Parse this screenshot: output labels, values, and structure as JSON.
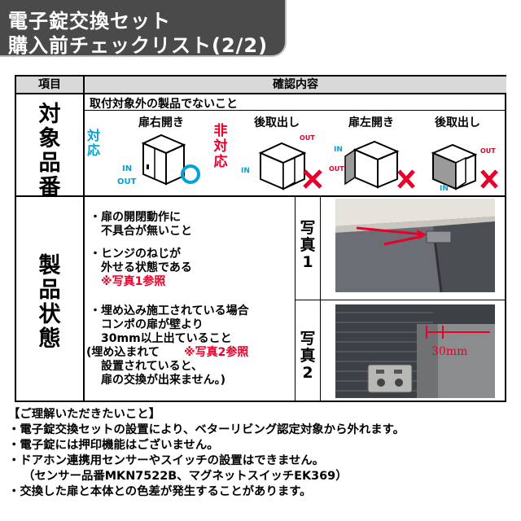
{
  "title": {
    "line1": "電子錠交換セット",
    "line2": "購入前チェックリスト(2/2)"
  },
  "table": {
    "header_item": "項目",
    "header_content": "確認内容",
    "row1": {
      "label_chars": [
        "対",
        "象",
        "品",
        "番"
      ],
      "condition": "取付対象外の製品でないこと",
      "supported_chars": [
        "対",
        "応"
      ],
      "unsupported_chars": [
        "非",
        "対",
        "応"
      ],
      "diagram_titles": [
        "扉右開き",
        "後取出し",
        "扉左開き",
        "後取出し"
      ],
      "in_label": "IN",
      "out_label": "OUT"
    },
    "row2": {
      "label_chars": [
        "製",
        "品",
        "状",
        "態"
      ],
      "items": [
        {
          "line1": "・扉の開閉動作に",
          "line2": "不具合が無いこと"
        },
        {
          "line1": "・ヒンジのねじが",
          "line2": "外せる状態である",
          "ref": "※写真1参照"
        },
        {
          "line1": "・埋め込み施工されている場合",
          "line2": "コンポの扉が壁より",
          "line3": "30mm以上出ていること"
        }
      ],
      "note_open": "(埋め込まれて",
      "note_ref": "※写真2参照",
      "note_line2": "設置されていると、",
      "note_line3": "扉の交換が出来ません。)",
      "photo1_label": [
        "写",
        "真",
        "1"
      ],
      "photo2_label": [
        "写",
        "真",
        "2"
      ],
      "photo2_measure": "30mm"
    }
  },
  "notes": {
    "heading": "【ご理解いただきたいこと】",
    "items": [
      "・電子錠交換セットの設置により、ベターリビング認定対象から外れます。",
      "・電子錠には押印機能はございません。",
      "・ドアホン連携用センサーやスイッチの設置はできません。",
      "（センサー品番MKN7522B、マグネットスイッチEK369）",
      "・交換した扉と本体との色差が発生することがあります。"
    ]
  },
  "colors": {
    "title_bg": "#4a4a4a",
    "header_bg": "#d9d9d9",
    "accent_red": "#e8002a",
    "accent_cyan": "#00a2d8"
  }
}
